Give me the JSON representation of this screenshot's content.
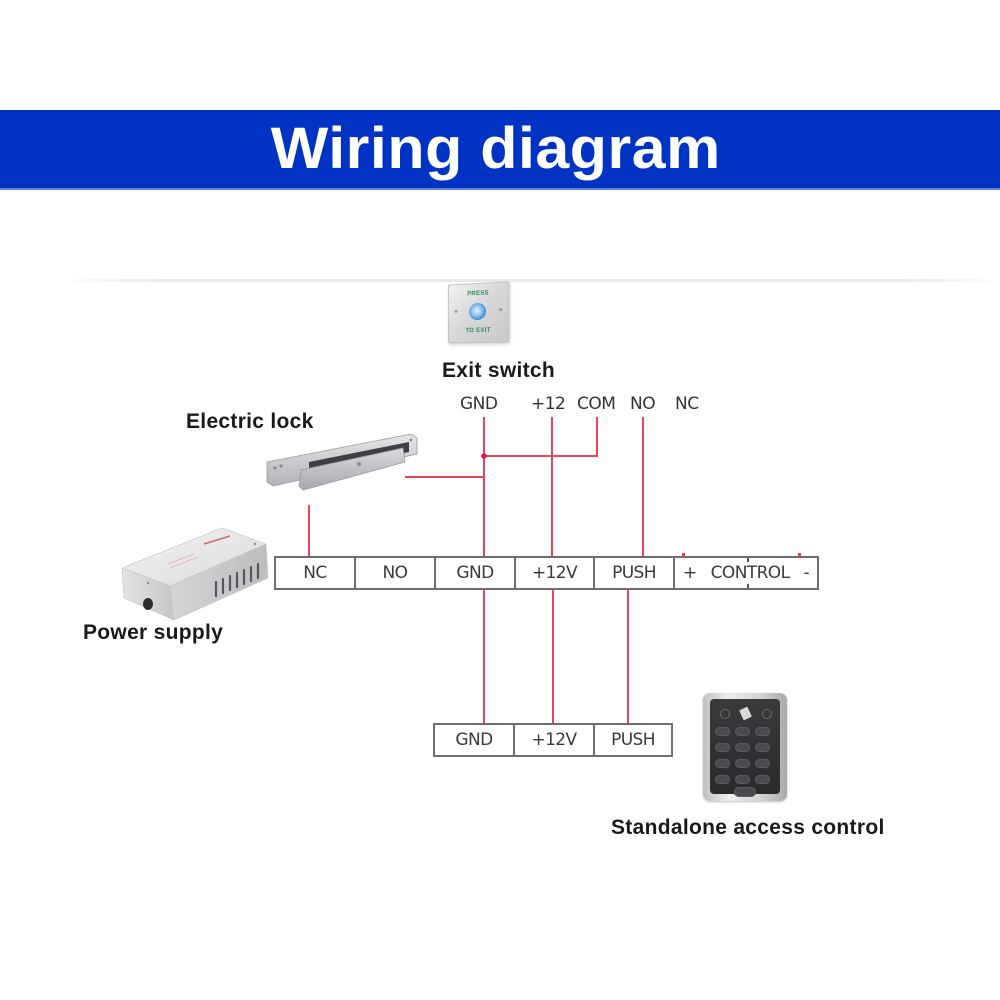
{
  "header": {
    "title": "Wiring diagram",
    "background_color": "#0033c4",
    "text_color": "#ffffff"
  },
  "wire_color": "#e8455a",
  "devices": {
    "exit_switch": {
      "label": "Exit switch",
      "plate_text_top": "PRESS",
      "plate_text_bottom": "TO EXIT",
      "pins": [
        "GND",
        "+12",
        "COM",
        "NO",
        "NC"
      ]
    },
    "electric_lock": {
      "label": "Electric lock"
    },
    "power_supply": {
      "label": "Power supply",
      "terminals": [
        "NC",
        "NO",
        "GND",
        "+12V",
        "PUSH"
      ],
      "control_terminal": {
        "plus": "+",
        "label": "CONTROL",
        "minus": "-"
      }
    },
    "access_control": {
      "label": "Standalone access control",
      "terminals": [
        "GND",
        "+12V",
        "PUSH"
      ]
    }
  },
  "connections": [
    {
      "from": "Electric lock",
      "to": "Power supply NC"
    },
    {
      "from": "Electric lock",
      "to": "Exit switch GND"
    },
    {
      "from": "Exit switch GND",
      "to": "Exit switch COM"
    },
    {
      "from": "Exit switch GND",
      "to": "Power supply GND"
    },
    {
      "from": "Exit switch +12",
      "to": "Power supply +12V"
    },
    {
      "from": "Exit switch NO",
      "to": "Power supply PUSH"
    },
    {
      "from": "Power supply GND",
      "to": "Standalone access control GND"
    },
    {
      "from": "Power supply +12V",
      "to": "Standalone access control +12V"
    },
    {
      "from": "Power supply PUSH",
      "to": "Standalone access control PUSH"
    }
  ]
}
